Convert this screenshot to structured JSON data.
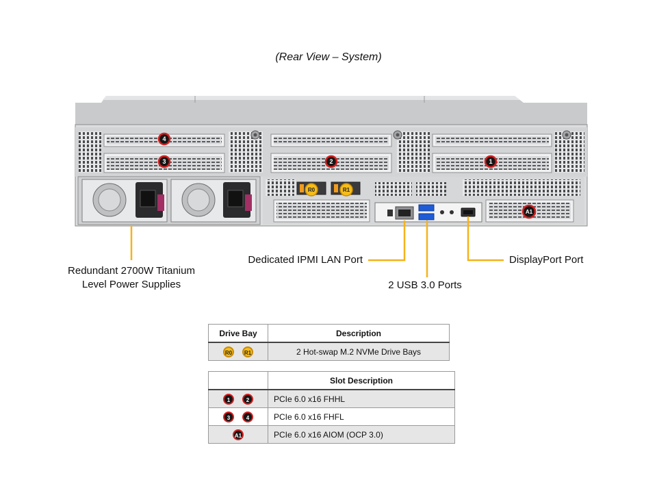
{
  "caption": "(Rear View – System)",
  "badges": {
    "slot1": "1",
    "slot2": "2",
    "slot3": "3",
    "slot4": "4",
    "aiom": "A1",
    "bay_r0": "R0",
    "bay_r1": "R1"
  },
  "callouts": {
    "psu_line1": "Redundant 2700W Titanium",
    "psu_line2": "Level Power Supplies",
    "ipmi": "Dedicated IPMI LAN Port",
    "usb": "2 USB 3.0 Ports",
    "displayport": "DisplayPort Port"
  },
  "drive_table": {
    "header_bay": "Drive Bay",
    "header_desc": "Description",
    "row_desc": "2 Hot-swap M.2 NVMe Drive Bays"
  },
  "slot_table": {
    "header": "Slot Description",
    "rows": [
      {
        "desc": "PCIe 6.0 x16 FHHL"
      },
      {
        "desc": "PCIe 6.0 x16 FHFL"
      },
      {
        "desc": "PCIe 6.0 x16 AIOM (OCP 3.0)"
      }
    ]
  },
  "colors": {
    "leader_line": "#f5b21a",
    "badge_red": "#d42020",
    "badge_yellow": "#f5bc1b",
    "chassis": "#cfd0d2"
  }
}
